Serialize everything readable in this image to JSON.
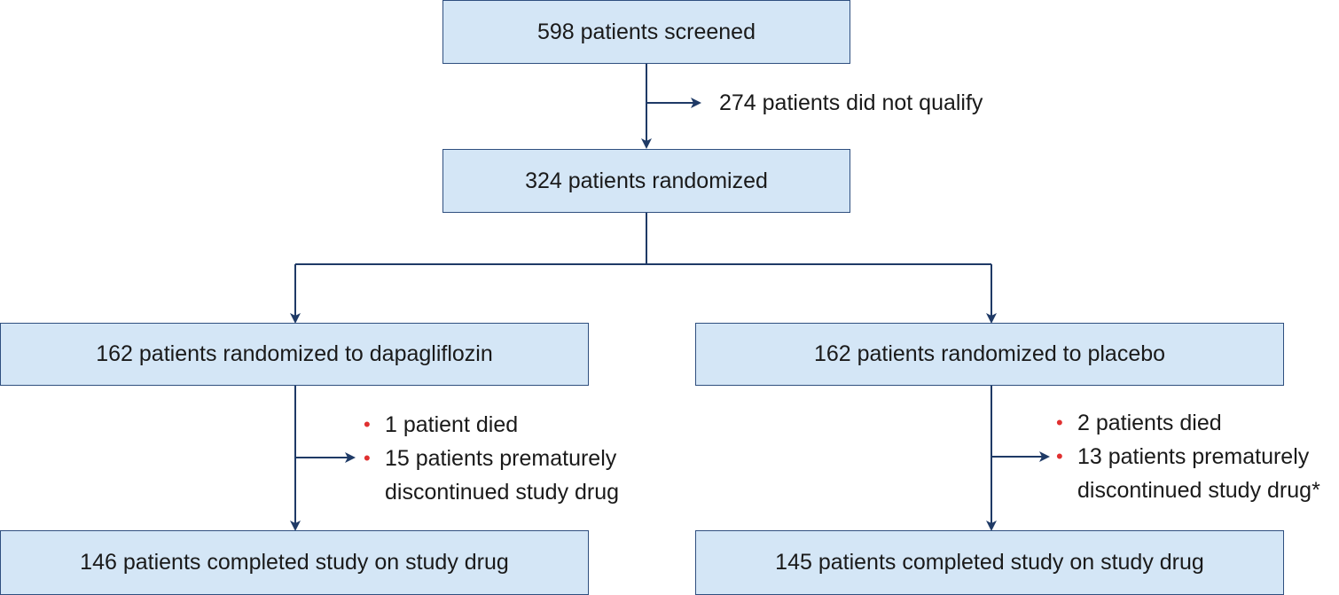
{
  "flow": {
    "screened": "598 patients screened",
    "not_qualified": "274 patients did not qualify",
    "randomized": "324 patients randomized",
    "arms": [
      {
        "allocation": "162 patients randomized to dapagliflozin",
        "exclusions": [
          "1 patient died",
          "15 patients prematurely",
          "discontinued study drug"
        ],
        "completed": "146 patients completed study on study drug"
      },
      {
        "allocation": "162 patients randomized to placebo",
        "exclusions": [
          "2 patients died",
          "13 patients prematurely",
          "discontinued study drug*"
        ],
        "completed": "145 patients completed study on study drug"
      }
    ]
  },
  "colors": {
    "box_fill": "#d4e6f6",
    "box_border": "#2f4f7f",
    "connector": "#1f3a66",
    "bullet": "#e03030"
  }
}
